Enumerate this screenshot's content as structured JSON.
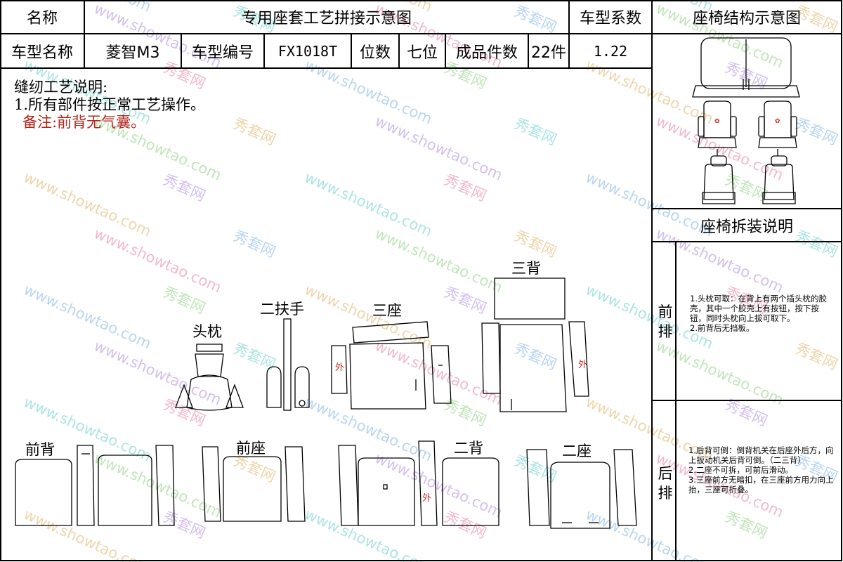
{
  "header": {
    "name_label": "名称",
    "title": "专用座套工艺拼接示意图",
    "coef_label": "车型系数",
    "structure_title": "座椅结构示意图"
  },
  "info": {
    "model_label": "车型名称",
    "model_value": "菱智M3",
    "code_label": "车型编号",
    "code_value": "FX1018T",
    "seats_label": "位数",
    "seats_value": "七位",
    "pieces_label": "成品件数",
    "pieces_value": "22件",
    "coef_value": "1.22"
  },
  "notes": {
    "title": "缝纫工艺说明:",
    "line1": "1.所有部件按正常工艺操作。",
    "remark": "备注:前背无气囊。"
  },
  "disassembly": {
    "title": "座椅拆装说明",
    "front_label": "前排",
    "front_text": "1.头枕可取：在背上有两个插头枕的胶壳，其中一个胶壳上有按钮，按下按钮，同时头枕向上拔可取下。\n2.前背后无挡板。",
    "rear_label": "后排",
    "rear_text": "1.后背可倒：倒背机关在后座外后方，向上扳动机关后背可倒。（二三背）\n2.二座不可拆，可前后滑动。\n3.三座前方无暗扣，在三座前方用力向上抬，三座可折叠。"
  },
  "pieces": {
    "headrest": "头枕",
    "armrest2": "二扶手",
    "seat3": "三座",
    "back3": "三背",
    "back_front": "前背",
    "seat_front": "前座",
    "back2": "二背",
    "seat2": "二座",
    "outer_mark": "外"
  },
  "watermark": {
    "site": "www.showtao.com",
    "brand": "秀套网"
  },
  "colors": {
    "line": "#000000",
    "remark_red": "#b0281c",
    "watermark_palette": [
      "#e05a8a",
      "#5aa0e0",
      "#6cc45a",
      "#d6a03c",
      "#9a6ad6",
      "#3cc0c0"
    ]
  }
}
